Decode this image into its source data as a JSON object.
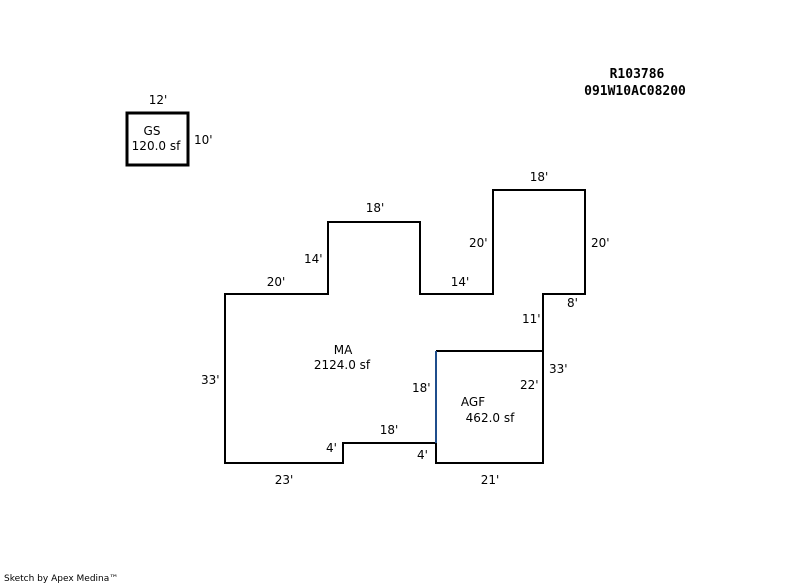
{
  "header": {
    "account": "R103786",
    "map_number": "091W10AC08200"
  },
  "areas": {
    "gs": {
      "code": "GS",
      "area": "120.0 sf"
    },
    "ma": {
      "code": "MA",
      "area": "2124.0 sf"
    },
    "agf": {
      "code": "AGF",
      "area": "462.0 sf"
    }
  },
  "dimensions": {
    "gs_top": "12'",
    "gs_right": "10'",
    "ma_left": "33'",
    "ma_top_left": "20'",
    "ma_up_left": "14'",
    "ma_top_mid": "18'",
    "ma_down_mid": "14'",
    "ma_up_right": "20'",
    "ma_top_right": "18'",
    "ma_right": "20'",
    "ma_step": "8'",
    "ma_right_lower": "11'",
    "ma_right_total": "33'",
    "ma_bottom_left": "23'",
    "ma_notch_left": "4'",
    "ma_notch_top": "18'",
    "ma_notch_right": "4'",
    "agf_left": "18'",
    "agf_right": "22'",
    "agf_bottom": "21'"
  },
  "colors": {
    "line": "#000000",
    "shared_wall": "#1f4e8c"
  },
  "footer": "Sketch by Apex Medina™"
}
